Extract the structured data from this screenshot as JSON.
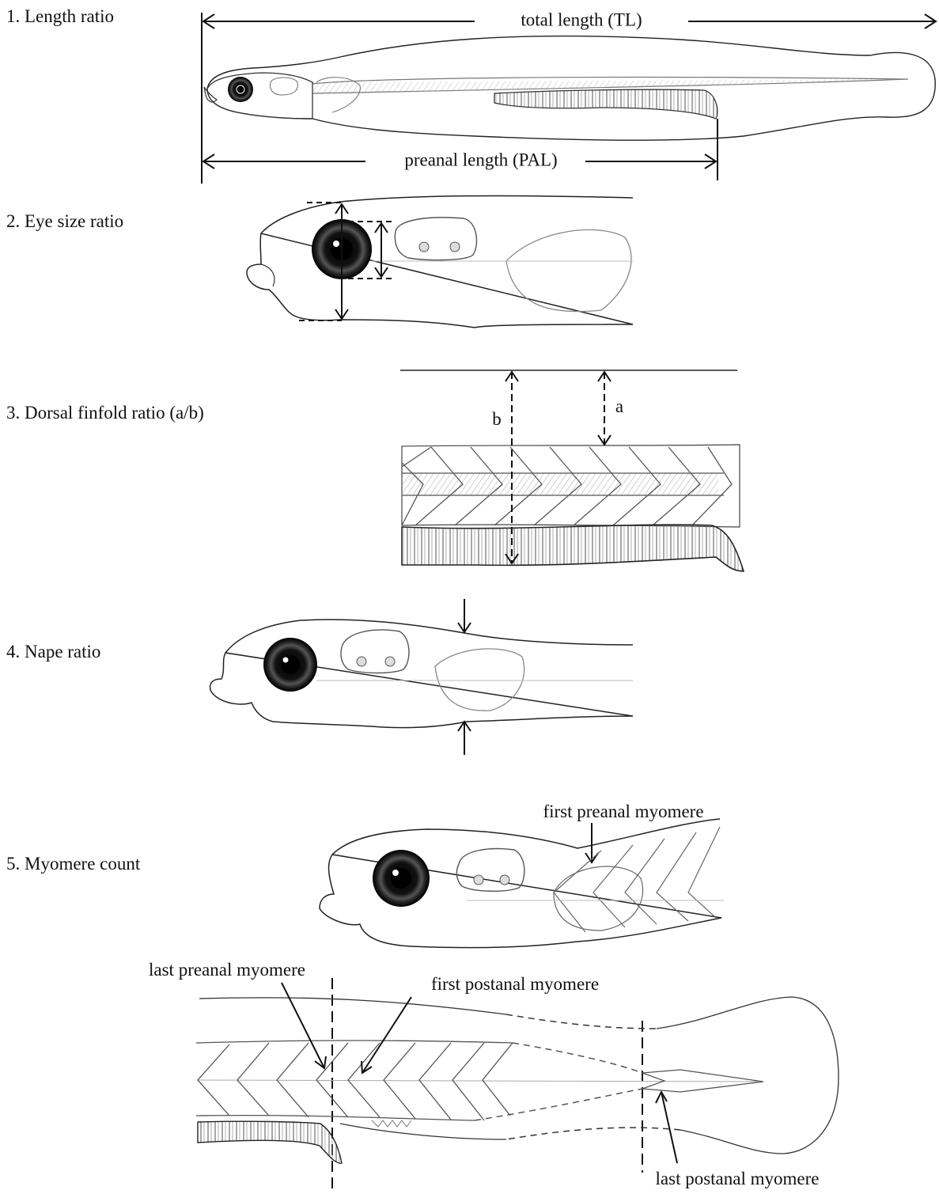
{
  "sections": {
    "length_ratio": {
      "title": "1. Length ratio",
      "total_length_label": "total length (TL)",
      "preanal_length_label": "preanal length (PAL)"
    },
    "eye_size_ratio": {
      "title": "2. Eye size ratio"
    },
    "dorsal_finfold_ratio": {
      "title": "3. Dorsal finfold ratio (a/b)",
      "a_label": "a",
      "b_label": "b"
    },
    "nape_ratio": {
      "title": "4. Nape ratio"
    },
    "myomere_count": {
      "title": "5. Myomere count",
      "first_preanal_label": "first preanal myomere",
      "last_preanal_label": "last preanal myomere",
      "first_postanal_label": "first postanal myomere",
      "last_postanal_label": "last postanal myomere"
    }
  },
  "colors": {
    "ink": "#111111",
    "faint": "#8a8a8a",
    "background": "#ffffff"
  }
}
